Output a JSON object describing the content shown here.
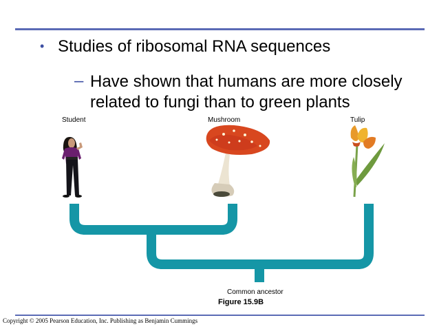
{
  "slide": {
    "bullet_text": "Studies of ribosomal RNA sequences",
    "sub_bullet_line1": "Have shown that humans are more closely",
    "sub_bullet_line2": "related to fungi than to green plants"
  },
  "labels": {
    "student": "Student",
    "mushroom": "Mushroom",
    "tulip": "Tulip",
    "common_ancestor": "Common ancestor",
    "figure": "Figure 15.9B"
  },
  "footer": {
    "copyright": "Copyright © 2005 Pearson Education, Inc. Publishing as Benjamin Cummings"
  },
  "colors": {
    "accent": "#3d4fa3",
    "tree": "#1596a6"
  },
  "icons": {
    "bullet": "•",
    "dash": "–"
  }
}
